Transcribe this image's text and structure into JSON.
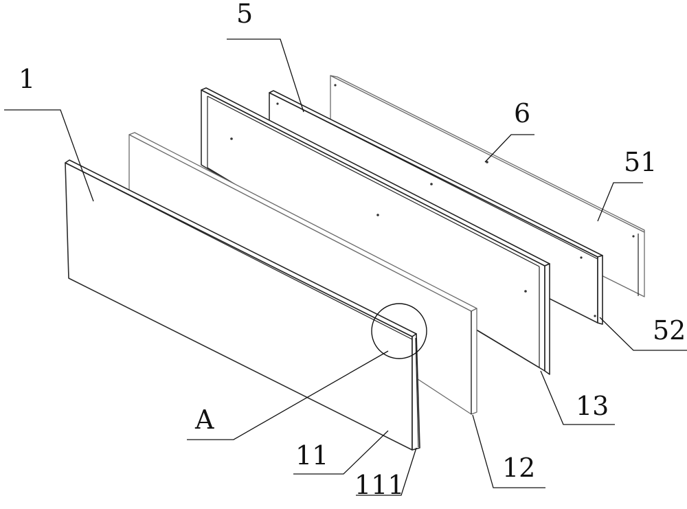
{
  "diagram": {
    "labels": {
      "l1": "1",
      "l5": "5",
      "l6": "6",
      "l51": "51",
      "l52": "52",
      "l13": "13",
      "l12": "12",
      "l11": "11",
      "l111": "111",
      "lA": "A"
    },
    "colors": {
      "background": "#ffffff",
      "line": "#222222"
    }
  }
}
